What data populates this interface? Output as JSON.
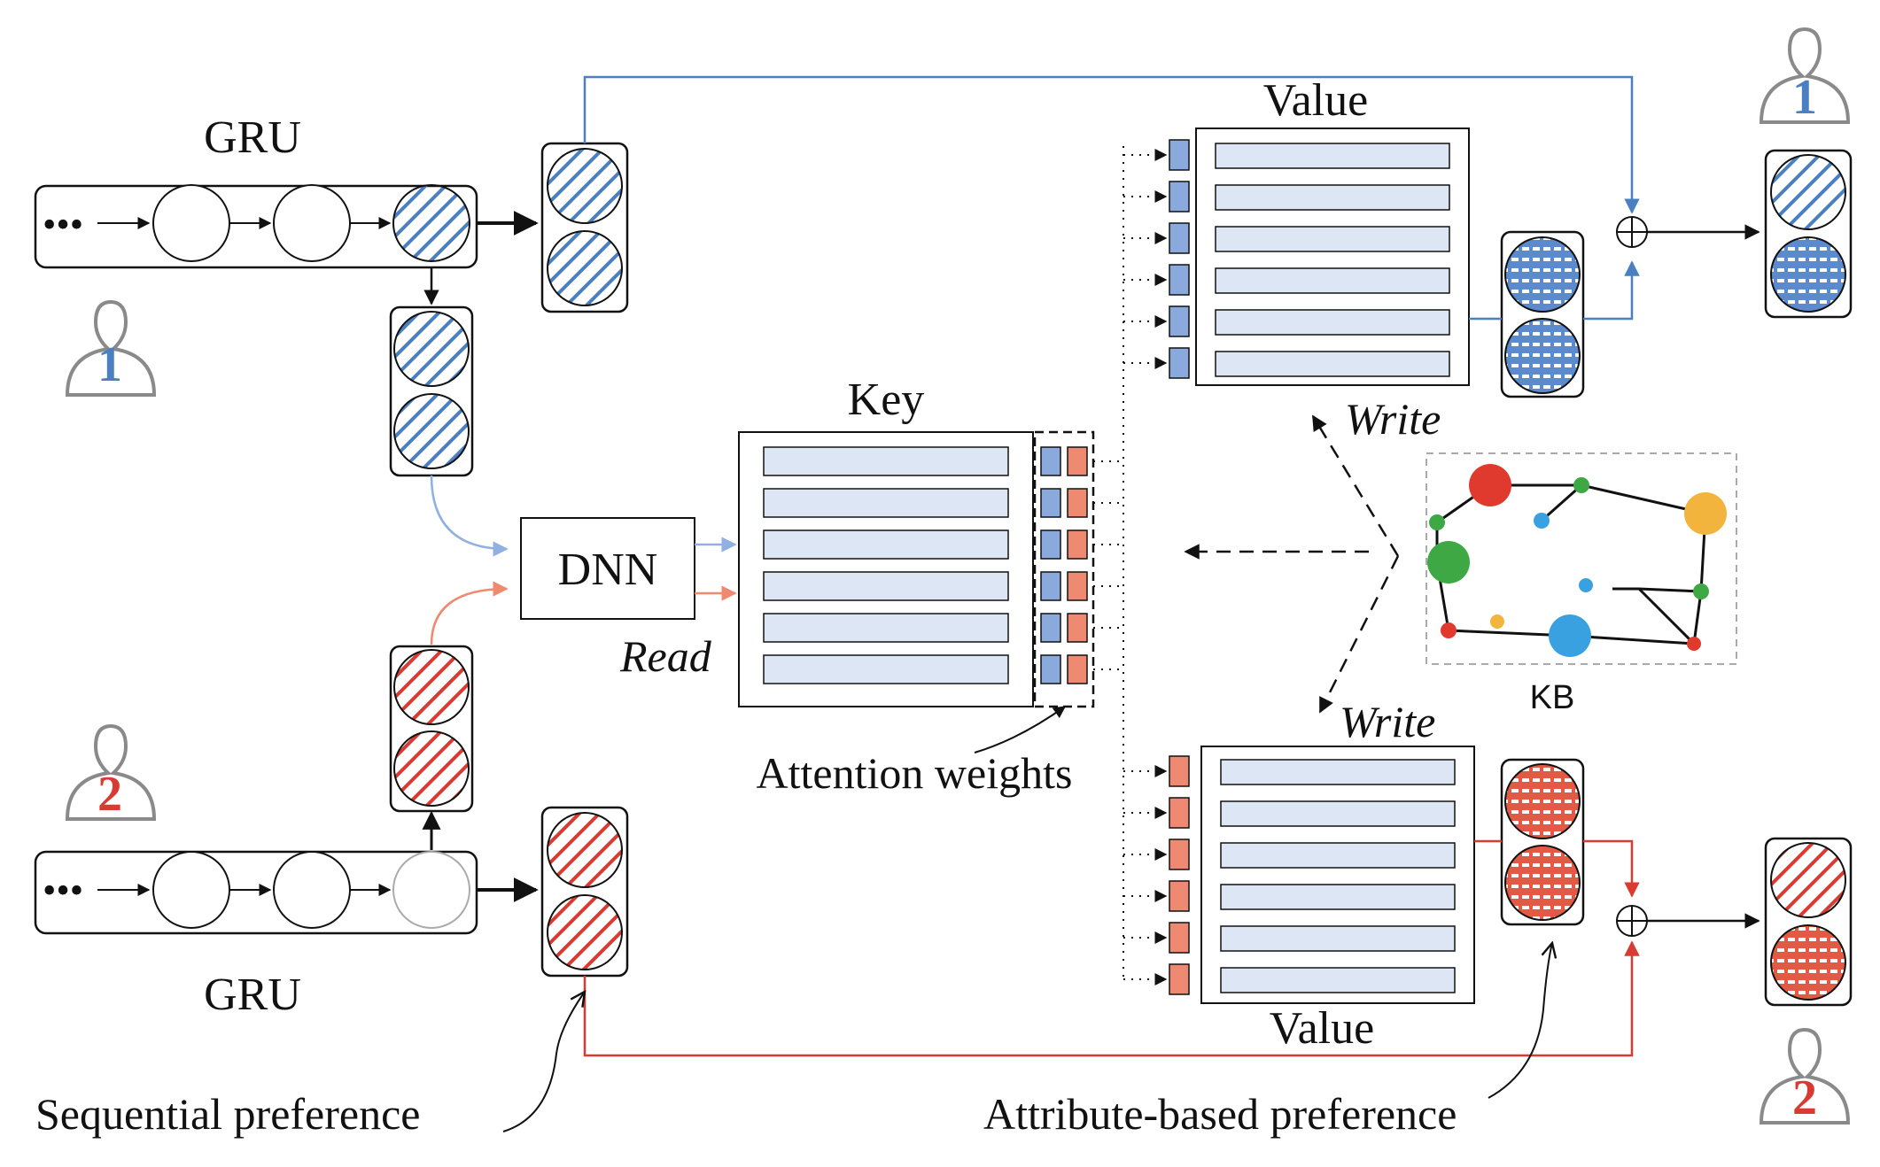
{
  "labels": {
    "gru_top": "GRU",
    "gru_bottom": "GRU",
    "dnn": "DNN",
    "key": "Key",
    "read": "Read",
    "attention_weights": "Attention weights",
    "value_top": "Value",
    "value_bottom": "Value",
    "write_top": "Write",
    "write_bottom": "Write",
    "kb": "KB",
    "sequential_preference": "Sequential preference",
    "attribute_based_preference": "Attribute-based preference",
    "ellipsis": "•••"
  },
  "users": {
    "user1_label": "1",
    "user2_label": "2",
    "user1_color": "#4a7fc1",
    "user2_color": "#d93a32"
  },
  "colors": {
    "blue": "#4a7fc1",
    "red": "#d93a32",
    "light_blue_arrow": "#8fb0e0",
    "light_red_arrow": "#ee8a70",
    "slot_fill": "#dde6f4",
    "weight_blue": "#8aaade",
    "weight_red": "#ee8a72",
    "kb_red": "#e03a2f",
    "kb_orange": "#f3b43d",
    "kb_green": "#3ea845",
    "kb_blue": "#3aa1e0"
  }
}
